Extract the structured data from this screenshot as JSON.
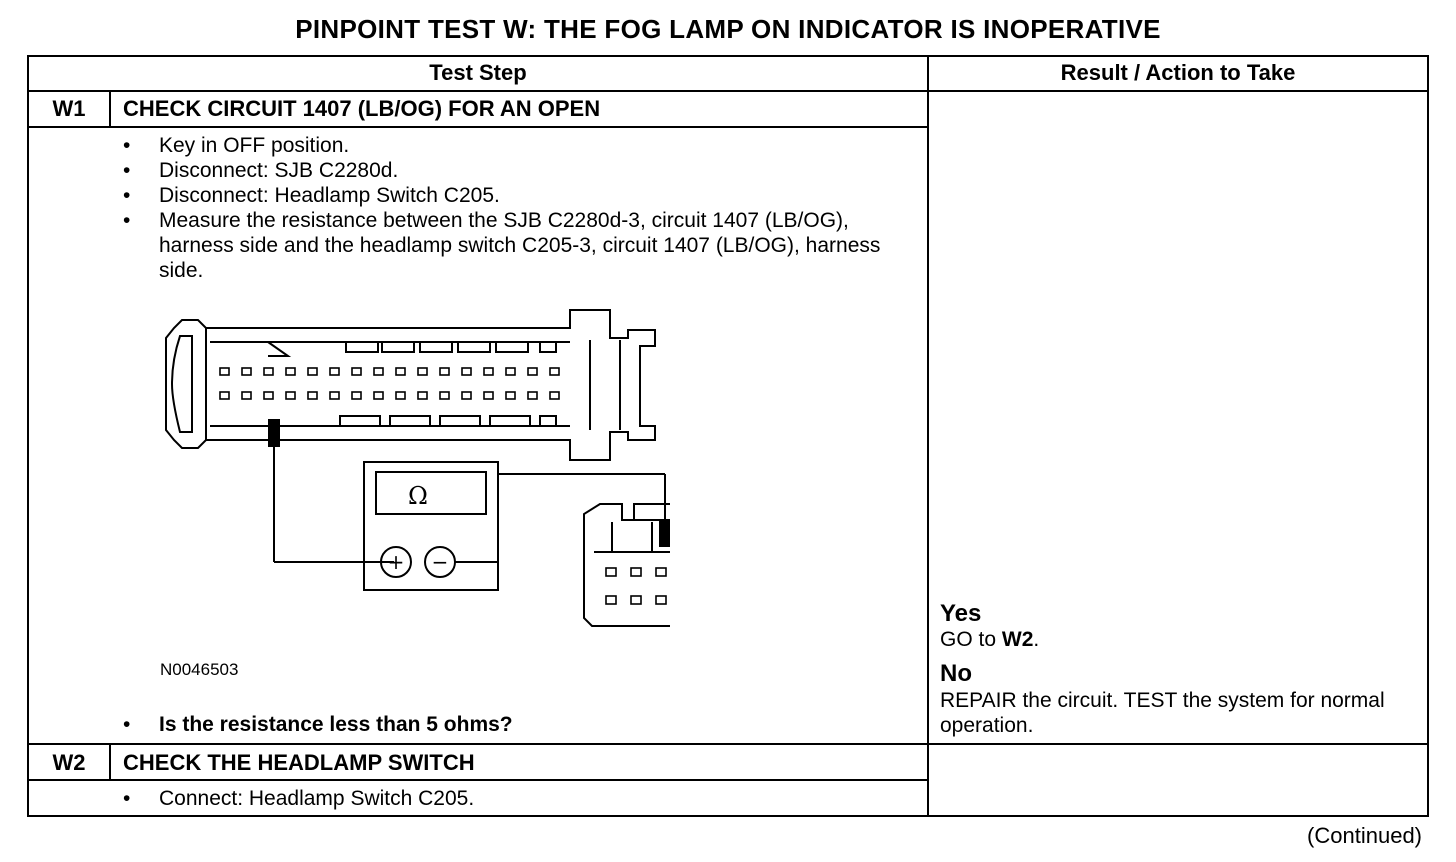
{
  "title": "PINPOINT TEST  W: THE FOG LAMP ON INDICATOR IS INOPERATIVE",
  "table": {
    "col_test_step": "Test Step",
    "col_result": "Result / Action to Take"
  },
  "steps": [
    {
      "id": "W1",
      "title": "CHECK CIRCUIT 1407 (LB/OG) FOR AN OPEN",
      "bullets": [
        "Key in OFF position.",
        "Disconnect: SJB C2280d.",
        "Disconnect: Headlamp Switch C205.",
        "Measure the resistance between the SJB C2280d-3, circuit 1407 (LB/OG), harness side and the headlamp switch C205-3, circuit 1407 (LB/OG), harness side."
      ],
      "figure_id": "N0046503",
      "question": "Is the resistance less than 5 ohms?",
      "meter_symbol": "Ω",
      "meter_plus": "+",
      "meter_minus": "−",
      "result": {
        "yes_label": "Yes",
        "yes_text_prefix": "GO to",
        "yes_target": "W2",
        "yes_text_suffix": ".",
        "no_label": "No",
        "no_text": "REPAIR the circuit. TEST the system for normal operation."
      }
    },
    {
      "id": "W2",
      "title": "CHECK THE HEADLAMP SWITCH",
      "bullets": [
        "Connect: Headlamp Switch C205."
      ]
    }
  ],
  "footer": "(Continued)"
}
